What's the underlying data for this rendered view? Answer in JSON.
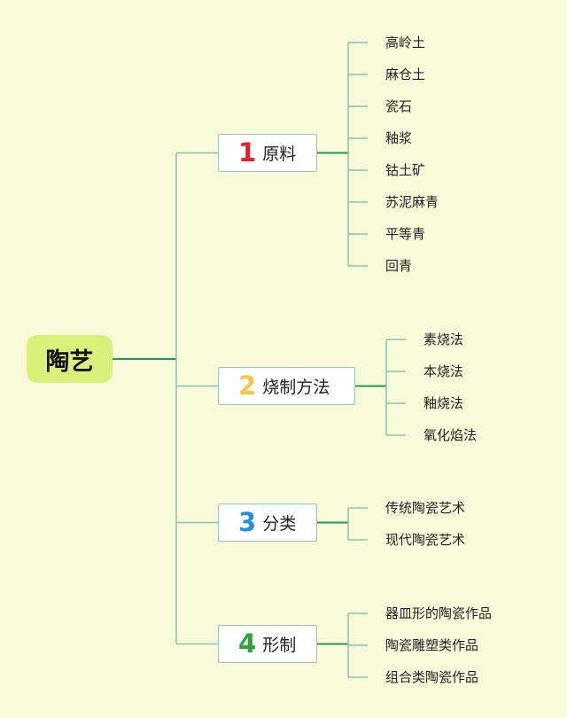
{
  "root": {
    "label": "陶艺"
  },
  "colors": {
    "background": "#f8fbd9",
    "root_fill": "#d9f07a",
    "connector": "#2f8f5b",
    "leaf_connector": "#8fc2a8",
    "branch_border": "#9fc3b1"
  },
  "branches": [
    {
      "number": "1",
      "label": "原料",
      "number_color": "#e0202a",
      "items": [
        "高岭土",
        "麻仓土",
        "瓷石",
        "釉浆",
        "钴土矿",
        "苏泥麻青",
        "平等青",
        "回青"
      ]
    },
    {
      "number": "2",
      "label": "烧制方法",
      "number_color": "#f2c84a",
      "items": [
        "素烧法",
        "本烧法",
        "釉烧法",
        "氧化焰法"
      ]
    },
    {
      "number": "3",
      "label": "分类",
      "number_color": "#2a8ee0",
      "items": [
        "传统陶瓷艺术",
        "现代陶瓷艺术"
      ]
    },
    {
      "number": "4",
      "label": "形制",
      "number_color": "#2ea043",
      "items": [
        "器皿形的陶瓷作品",
        "陶瓷雕塑类作品",
        "组合类陶瓷作品"
      ]
    }
  ]
}
